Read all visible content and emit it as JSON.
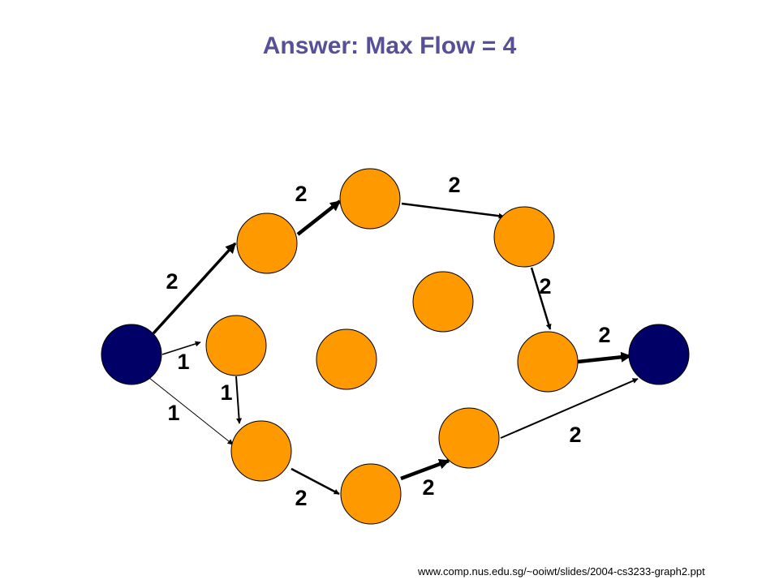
{
  "title": "Answer: Max Flow = 4",
  "colors": {
    "title": "#575096",
    "node_fill": "#FF9900",
    "terminal_fill": "#000066",
    "node_stroke": "#000000",
    "edge": "#000000"
  },
  "nodes": [
    {
      "id": "s",
      "role": "source"
    },
    {
      "id": "t",
      "role": "sink"
    },
    {
      "id": "a",
      "role": "inner"
    },
    {
      "id": "b",
      "role": "inner"
    },
    {
      "id": "c",
      "role": "inner"
    },
    {
      "id": "d",
      "role": "inner"
    },
    {
      "id": "e",
      "role": "inner"
    },
    {
      "id": "f",
      "role": "inner"
    },
    {
      "id": "g",
      "role": "inner"
    },
    {
      "id": "h",
      "role": "inner"
    },
    {
      "id": "i",
      "role": "inner"
    },
    {
      "id": "j",
      "role": "inner"
    },
    {
      "id": "k",
      "role": "inner"
    }
  ],
  "edges": [
    {
      "from": "s",
      "to": "a",
      "flow": "2"
    },
    {
      "from": "a",
      "to": "b",
      "flow": "2"
    },
    {
      "from": "b",
      "to": "c",
      "flow": "2"
    },
    {
      "from": "c",
      "to": "d",
      "flow": "2"
    },
    {
      "from": "d",
      "to": "t",
      "flow": "2"
    },
    {
      "from": "s",
      "to": "f",
      "flow": "1"
    },
    {
      "from": "f",
      "to": "h",
      "flow": "1"
    },
    {
      "from": "s",
      "to": "h",
      "flow": "1"
    },
    {
      "from": "h",
      "to": "i",
      "flow": "2"
    },
    {
      "from": "i",
      "to": "j",
      "flow": "2"
    },
    {
      "from": "j",
      "to": "t",
      "flow": "2"
    }
  ],
  "source_url": "www.comp.nus.edu.sg/~ooiwt/slides/2004-cs3233-graph2.ppt"
}
